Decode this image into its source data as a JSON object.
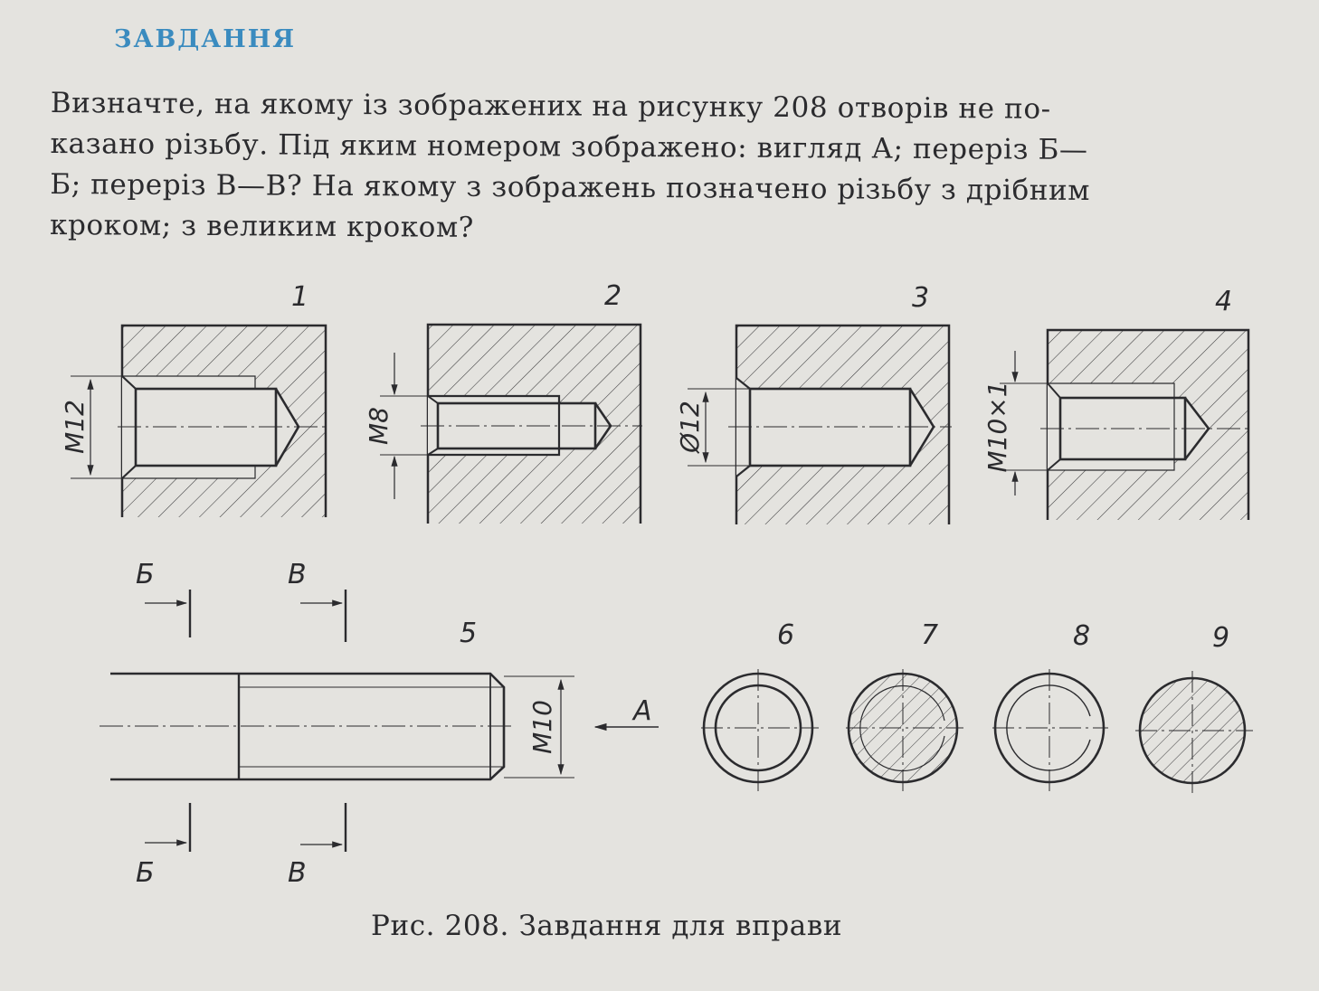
{
  "heading": "ЗАВДАННЯ",
  "task_lines": [
    "Визначте, на якому із зображених на рисунку 208 отворів не по-",
    "казано різьбу. Під яким номером зображено: вигляд А; переріз Б—",
    "Б; переріз В—В? На якому з зображень позначено різьбу з дрібним",
    "кроком; з великим кроком?"
  ],
  "figure": {
    "views": [
      {
        "number": "1",
        "dimension": "M12"
      },
      {
        "number": "2",
        "dimension": "M8"
      },
      {
        "number": "3",
        "dimension": "Ø12"
      },
      {
        "number": "4",
        "dimension": "M10×1"
      }
    ],
    "rod": {
      "number": "5",
      "dimension": "M10",
      "view_arrow": "A"
    },
    "section_labels": {
      "b": "Б",
      "v": "В"
    },
    "cross_sections": [
      "6",
      "7",
      "8",
      "9"
    ]
  },
  "caption": "Рис. 208. Завдання для вправи"
}
